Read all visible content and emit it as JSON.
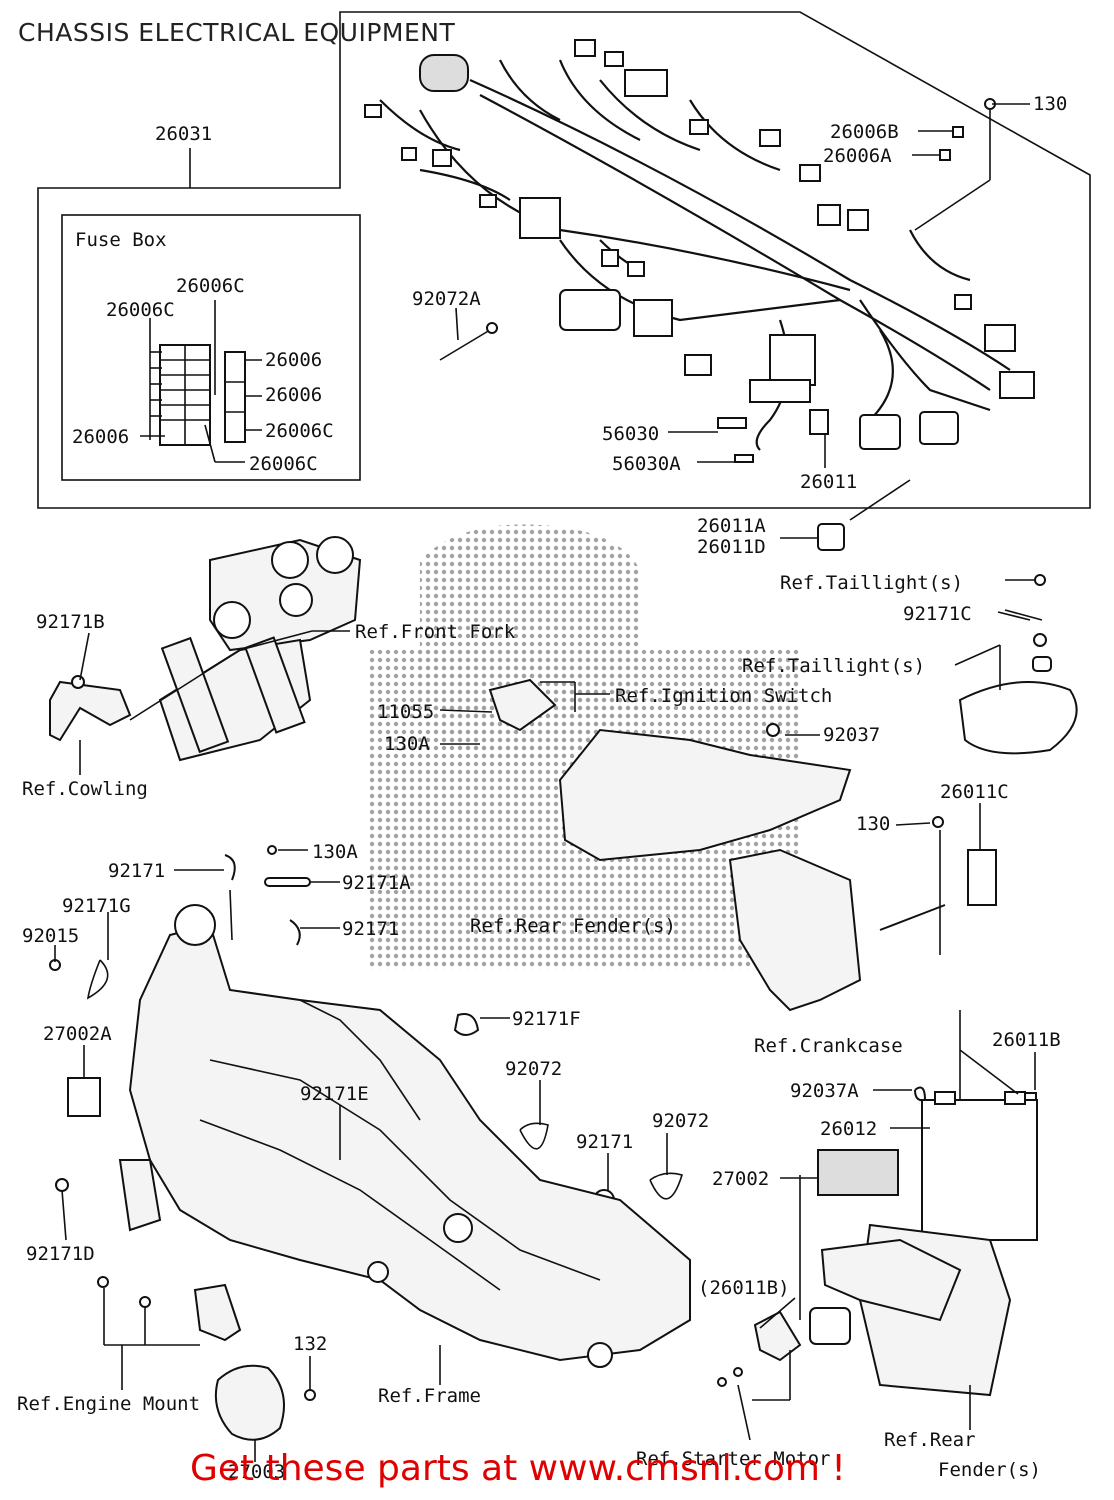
{
  "title": "CHASSIS ELECTRICAL EQUIPMENT",
  "fuse_box": {
    "heading": "Fuse Box",
    "labels": [
      "26006C",
      "26006C",
      "26006",
      "26006",
      "26006C",
      "26006",
      "26006C"
    ]
  },
  "part_labels": {
    "p26031": "26031",
    "p130_top": "130",
    "p26006B": "26006B",
    "p26006A": "26006A",
    "p92072A": "92072A",
    "p56030": "56030",
    "p56030A": "56030A",
    "p26011": "26011",
    "p26011A": "26011A",
    "p26011D": "26011D",
    "ref_taillight_1": "Ref.Taillight(s)",
    "p92171C": "92171C",
    "ref_taillight_2": "Ref.Taillight(s)",
    "p92171B": "92171B",
    "ref_front_fork": "Ref.Front Fork",
    "ref_ignition": "Ref.Ignition Switch",
    "p11055": "11055",
    "p130A_1": "130A",
    "p92037": "92037",
    "ref_cowling": "Ref.Cowling",
    "p26011C": "26011C",
    "p130_mid": "130",
    "p92171_1": "92171",
    "p130A_2": "130A",
    "p92171A": "92171A",
    "p92171G": "92171G",
    "p92015": "92015",
    "p92171_2": "92171",
    "ref_rear_fender_1": "Ref.Rear Fender(s)",
    "p92171F": "92171F",
    "ref_crankcase": "Ref.Crankcase",
    "p26011B": "26011B",
    "p27002A": "27002A",
    "p92072_1": "92072",
    "p92037A": "92037A",
    "p92171E": "92171E",
    "p92072_2": "92072",
    "p26012": "26012",
    "p92171_3": "92171",
    "p27002": "27002",
    "p92171D": "92171D",
    "p26011B_paren": "(26011B)",
    "p132": "132",
    "ref_engine_mount": "Ref.Engine Mount",
    "ref_frame": "Ref.Frame",
    "ref_rear_2": "Ref.Rear",
    "ref_fender_2": "Fender(s)",
    "ref_starter": "Ref.Starter Motor",
    "p27003": "27003"
  },
  "footer": "Get these parts at www.cmsnl.com !",
  "colors": {
    "footer": "#e00000",
    "line": "#111111"
  }
}
